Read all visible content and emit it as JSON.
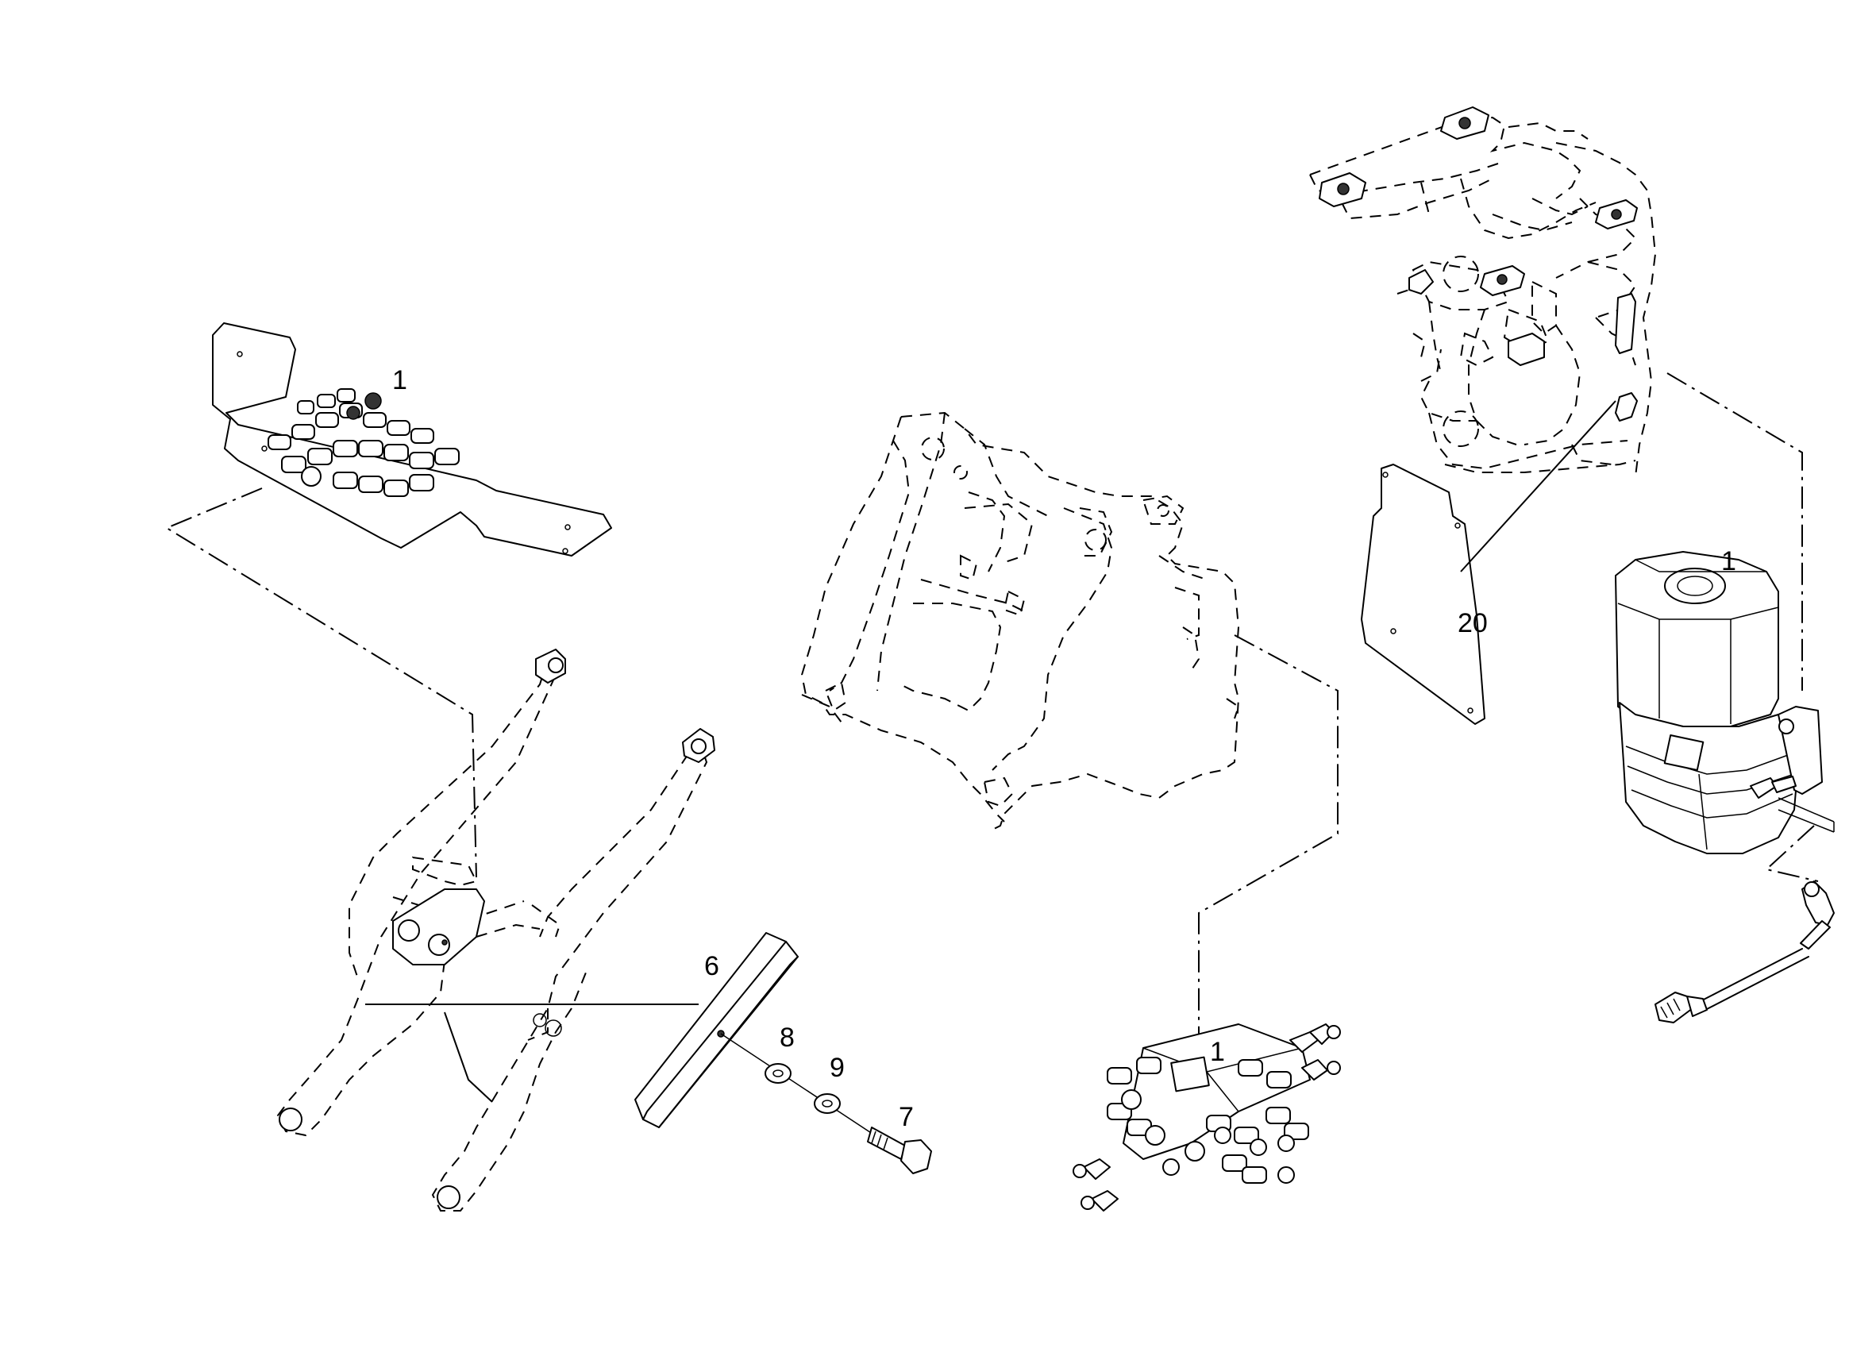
{
  "callouts": {
    "c1_top_left": "1",
    "c1_pump": "1",
    "c1_bottom_block": "1",
    "c6": "6",
    "c7": "7",
    "c8": "8",
    "c9": "9",
    "c20": "20"
  }
}
